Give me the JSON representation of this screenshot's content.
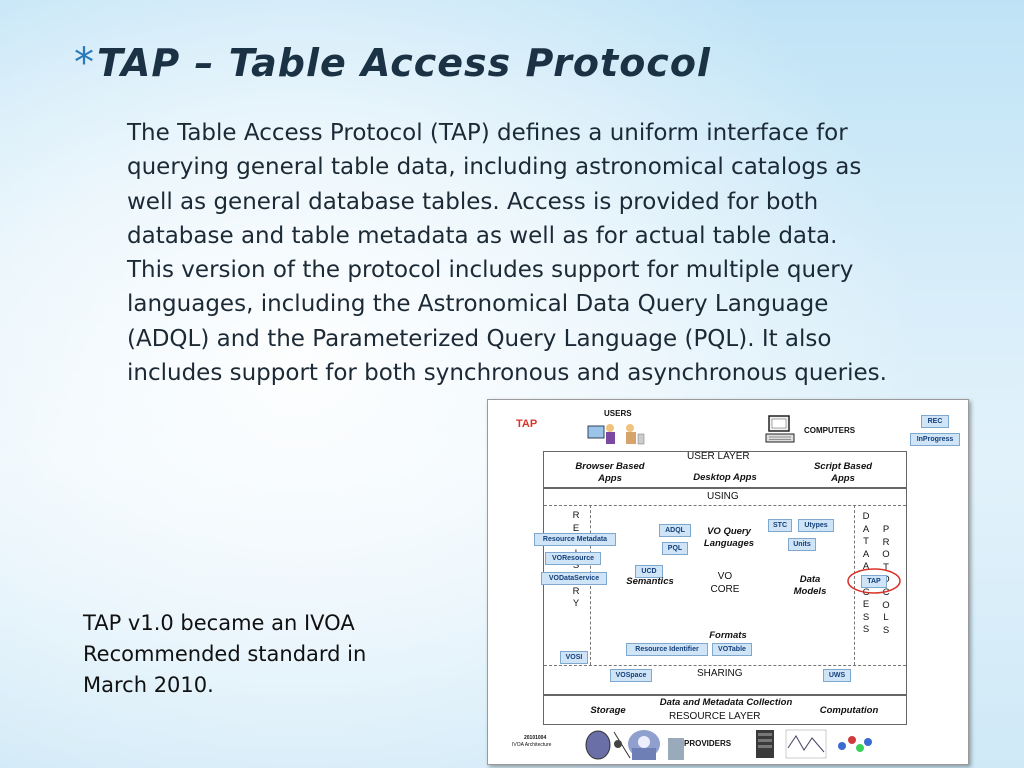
{
  "slide": {
    "title_marker": "*",
    "title": "TAP – Table Access Protocol",
    "body_lines": [
      "The Table Access Protocol (TAP) defines a uniform interface for",
      "querying general table data, including astronomical catalogs as",
      "well as general database tables. Access is provided for both",
      "database and table metadata as well as for actual table data.",
      "This version of the protocol includes support for multiple query",
      "languages, including the Astronomical Data Query Language",
      "(ADQL) and the Parameterized Query Language (PQL). It also",
      "includes support for both synchronous and asynchronous queries."
    ],
    "note_lines": [
      "TAP v1.0 became an IVOA",
      "Recommended standard in",
      "March 2010."
    ]
  },
  "diagram": {
    "tap_label": "TAP",
    "users_label": "USERS",
    "computers_label": "COMPUTERS",
    "providers_label": "PROVIDERS",
    "legend": {
      "rec": "REC",
      "inprogress": "InProgress"
    },
    "user_layer": "USER LAYER",
    "browser_apps": "Browser Based\nApps",
    "desktop_apps": "Desktop Apps",
    "script_apps": "Script Based\nApps",
    "using": "USING",
    "vo_query_languages": "VO Query\nLanguages",
    "semantics": "Semantics",
    "vo_core": "VO\nCORE",
    "data_models": "Data\nModels",
    "formats": "Formats",
    "sharing": "SHARING",
    "storage": "Storage",
    "data_metadata_collection": "Data and Metadata Collection",
    "resource_layer": "RESOURCE LAYER",
    "computation": "Computation",
    "registry_letters": [
      "R",
      "E",
      "G",
      "I",
      "S",
      "T",
      "R",
      "Y"
    ],
    "data_access_letters": [
      "D",
      "A",
      "T",
      "A",
      "",
      "A",
      "C",
      "C",
      "E",
      "S",
      "S"
    ],
    "protocols_letters": [
      "P",
      "R",
      "O",
      "T",
      "O",
      "C",
      "O",
      "L",
      "S"
    ],
    "chips": {
      "resource_metadata": "Resource Metadata",
      "voresource": "VOResource",
      "vodataservice": "VODataService",
      "vosi": "VOSI",
      "adql": "ADQL",
      "pql": "PQL",
      "ucd": "UCD",
      "stc": "STC",
      "utypes": "Utypes",
      "units": "Units",
      "tap": "TAP",
      "resource_identifier": "Resource Identifier",
      "votable": "VOTable",
      "vospace": "VOSpace",
      "uws": "UWS"
    },
    "footer_date": "20101004",
    "footer_caption": "IVOA Architecture"
  },
  "colors": {
    "title": "#1b3144",
    "accent": "#2a79b8",
    "chip_fill": "#cfe4f7",
    "chip_border": "#7fa8cf",
    "highlight_ring": "#d9342b"
  }
}
